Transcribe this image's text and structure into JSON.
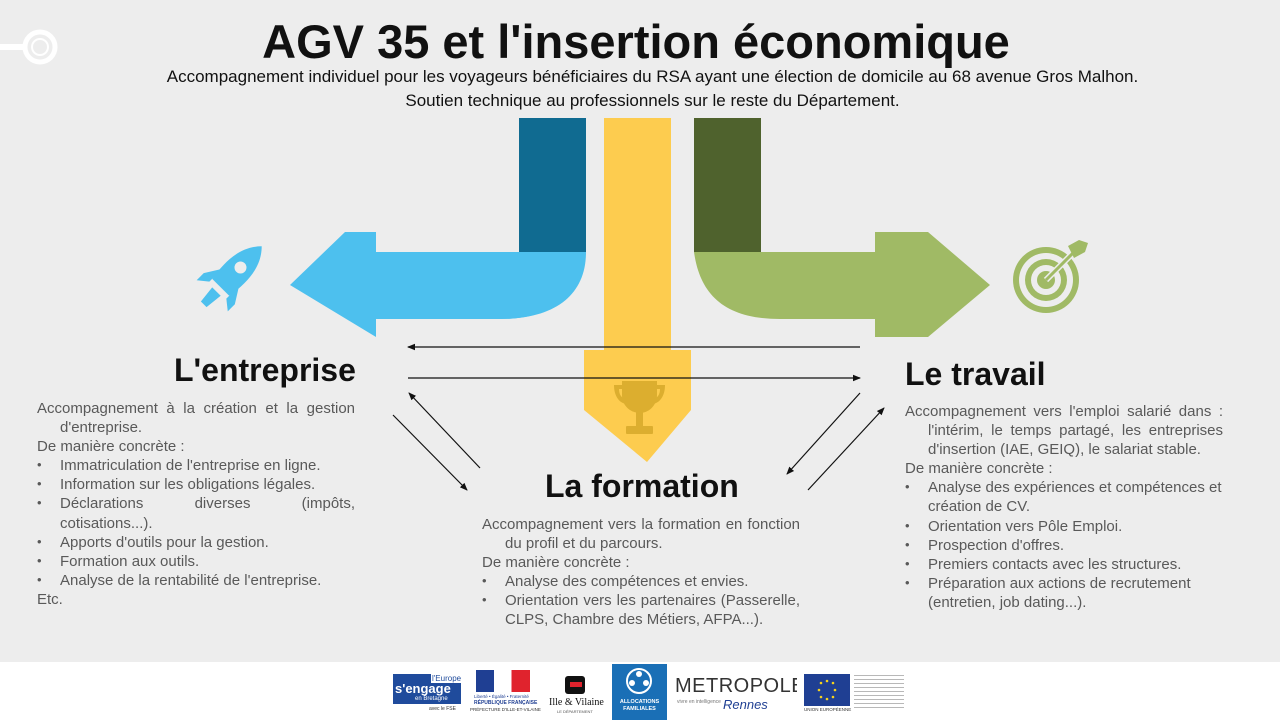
{
  "title": "AGV 35 et l'insertion économique",
  "subtitle_lines": [
    "Accompagnement individuel pour les voyageurs bénéficiaires du RSA ayant une élection de domicile au 68 avenue Gros Malhon.",
    "Soutien technique au professionnels sur le reste du Département."
  ],
  "sections": {
    "entreprise": {
      "heading": "L'entreprise",
      "intro": "Accompagnement à la création et la gestion d'entreprise.",
      "concrete": "De manière concrète :",
      "bullets": [
        "Immatriculation de l'entreprise en ligne.",
        "Information sur les obligations légales.",
        "Déclarations diverses (impôts, cotisations...).",
        "Apports d'outils pour la gestion.",
        "Formation aux outils.",
        "Analyse de la rentabilité de l'entreprise."
      ],
      "outro": "Etc."
    },
    "formation": {
      "heading": "La formation",
      "intro": "Accompagnement vers la formation en fonction du profil et du parcours.",
      "concrete": "De manière concrète :",
      "bullets": [
        "Analyse des compétences et envies.",
        "Orientation vers les partenaires (Passerelle, CLPS, Chambre des Métiers, AFPA...)."
      ]
    },
    "travail": {
      "heading": "Le travail",
      "intro": "Accompagnement vers l'emploi salarié dans : l'intérim, le temps partagé, les entreprises d'insertion (IAE, GEIQ), le salariat stable.",
      "concrete": "De manière concrète :",
      "bullets": [
        "Analyse des expériences et compétences et création de CV.",
        "Orientation vers Pôle Emploi.",
        "Prospection d'offres.",
        "Premiers contacts avec les structures.",
        "Préparation aux actions de recrutement (entretien, job dating...)."
      ]
    }
  },
  "colors": {
    "background": "#ededed",
    "arrow_blue_light": "#4dc0ee",
    "arrow_blue_dark": "#106b91",
    "arrow_yellow": "#fdcc4f",
    "arrow_yellow_dark": "#dcae2f",
    "arrow_green_light": "#a0ba65",
    "arrow_green_dark": "#4f622d",
    "title": "#111111",
    "body": "#595959"
  },
  "icons": [
    "key-icon",
    "rocket-icon",
    "trophy-icon",
    "target-icon"
  ],
  "footer_logos": {
    "europe": {
      "line1": "l'Europe",
      "word": "s'engage",
      "line2": "en Bretagne",
      "line3": "avec le FSE"
    },
    "prefecture": {
      "line1": "Liberté • Égalité • Fraternité",
      "line2": "RÉPUBLIQUE FRANÇAISE",
      "line3": "PRÉFECTURE D'ILLE-ET-VILAINE"
    },
    "ille_vilaine": {
      "name": "Ille & Vilaine",
      "caption": "LE DÉPARTEMENT"
    },
    "caf": {
      "line1": "ALLOCATIONS",
      "line2": "FAMILIALES"
    },
    "metropole": {
      "word": "METROPOLE",
      "city": "Rennes",
      "tagline": "vivre en intelligence"
    },
    "ue": {
      "caption": "UNION EUROPÉENNE"
    }
  }
}
